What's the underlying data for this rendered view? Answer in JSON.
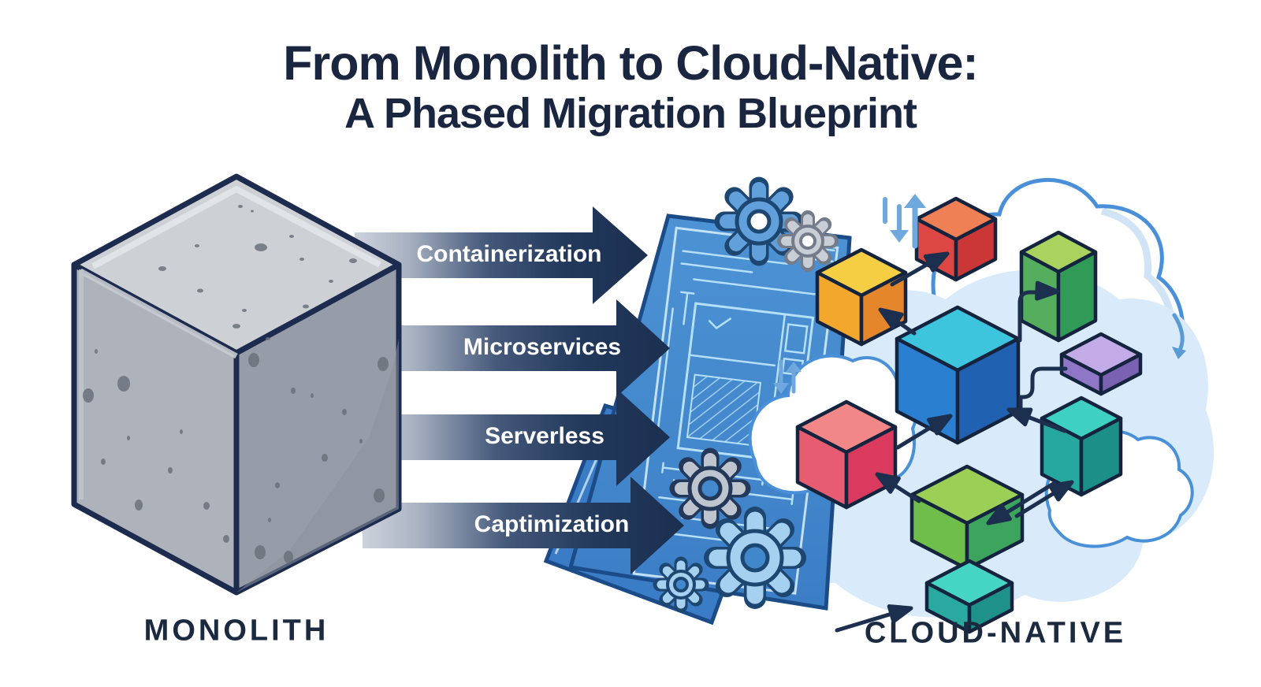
{
  "title": {
    "line1": "From Monolith to Cloud-Native:",
    "line2": "A Phased Migration Blueprint"
  },
  "monolith": {
    "label": "MONOLITH"
  },
  "cloud_native": {
    "label": "CLOUD-NATIVE"
  },
  "phases": [
    {
      "label": "Containerization"
    },
    {
      "label": "Microservices"
    },
    {
      "label": "Serverless"
    },
    {
      "label": "Captimization"
    }
  ],
  "icons": {
    "monolith_cube": "isometric concrete block",
    "phase_arrow": "right-pointing gradient arrow",
    "blueprint": "rotated blueprint sheets with schematic lines",
    "gear": "cog wheel",
    "cloud": "cloud outline",
    "service_cube": "isometric colored cube",
    "connector_arrow": "dark navy flow arrow",
    "sync_arrows": "light blue up and down arrows",
    "curved_arrow": "light blue curved down arrow"
  },
  "colors": {
    "title_text": "#1a2540",
    "side_label_text": "#1c2a40",
    "arrow_dark": "#1b2f50",
    "arrow_light": "#cdd2dc",
    "arrow_label_text": "#ffffff",
    "monolith_top": "#cdd1d6",
    "monolith_left": "#aeb3bb",
    "monolith_right": "#979da8",
    "outline_navy": "#1d2c4e",
    "blueprint_fill": "#4489ce",
    "blueprint_border": "#1c4c88",
    "blueprint_lines": "#b5e0f8",
    "cloud_outline": "#4a90d8",
    "cloud_fill": "#ffffff",
    "cloud_backdrop": "#d9eafa",
    "connector": "#1c2f4e",
    "sync_arrow": "#6fa8dc",
    "gear_blue": "#62a0dc",
    "gear_gray": "#c7ccd4",
    "gear_light_blue": "#a6d0f0",
    "cube_yellow_top": "#f6ce44",
    "cube_yellow_left": "#f3a72d",
    "cube_yellow_right": "#e5862b",
    "cube_red_orange_top": "#ef8055",
    "cube_red_orange_left": "#dd4743",
    "cube_red_orange_right": "#cb3737",
    "cube_green_tall_top": "#a9d35e",
    "cube_green_tall_left": "#54ae5e",
    "cube_green_tall_right": "#2f9b57",
    "cube_blue_top": "#3dc5de",
    "cube_blue_left": "#2b7fd0",
    "cube_blue_right": "#2161b2",
    "cube_pink_top": "#f28787",
    "cube_pink_left": "#e85c72",
    "cube_pink_right": "#d93a5e",
    "cube_green_top": "#9ccf56",
    "cube_green_left": "#6fbd4b",
    "cube_green_right": "#3ca45c",
    "cube_teal_top": "#3ed1c2",
    "cube_teal_left": "#27a89f",
    "cube_teal_right": "#1b8f88",
    "cube_purple_top": "#c2abe6",
    "cube_purple_left": "#8f76c6",
    "cube_purple_right": "#7a61b2"
  }
}
